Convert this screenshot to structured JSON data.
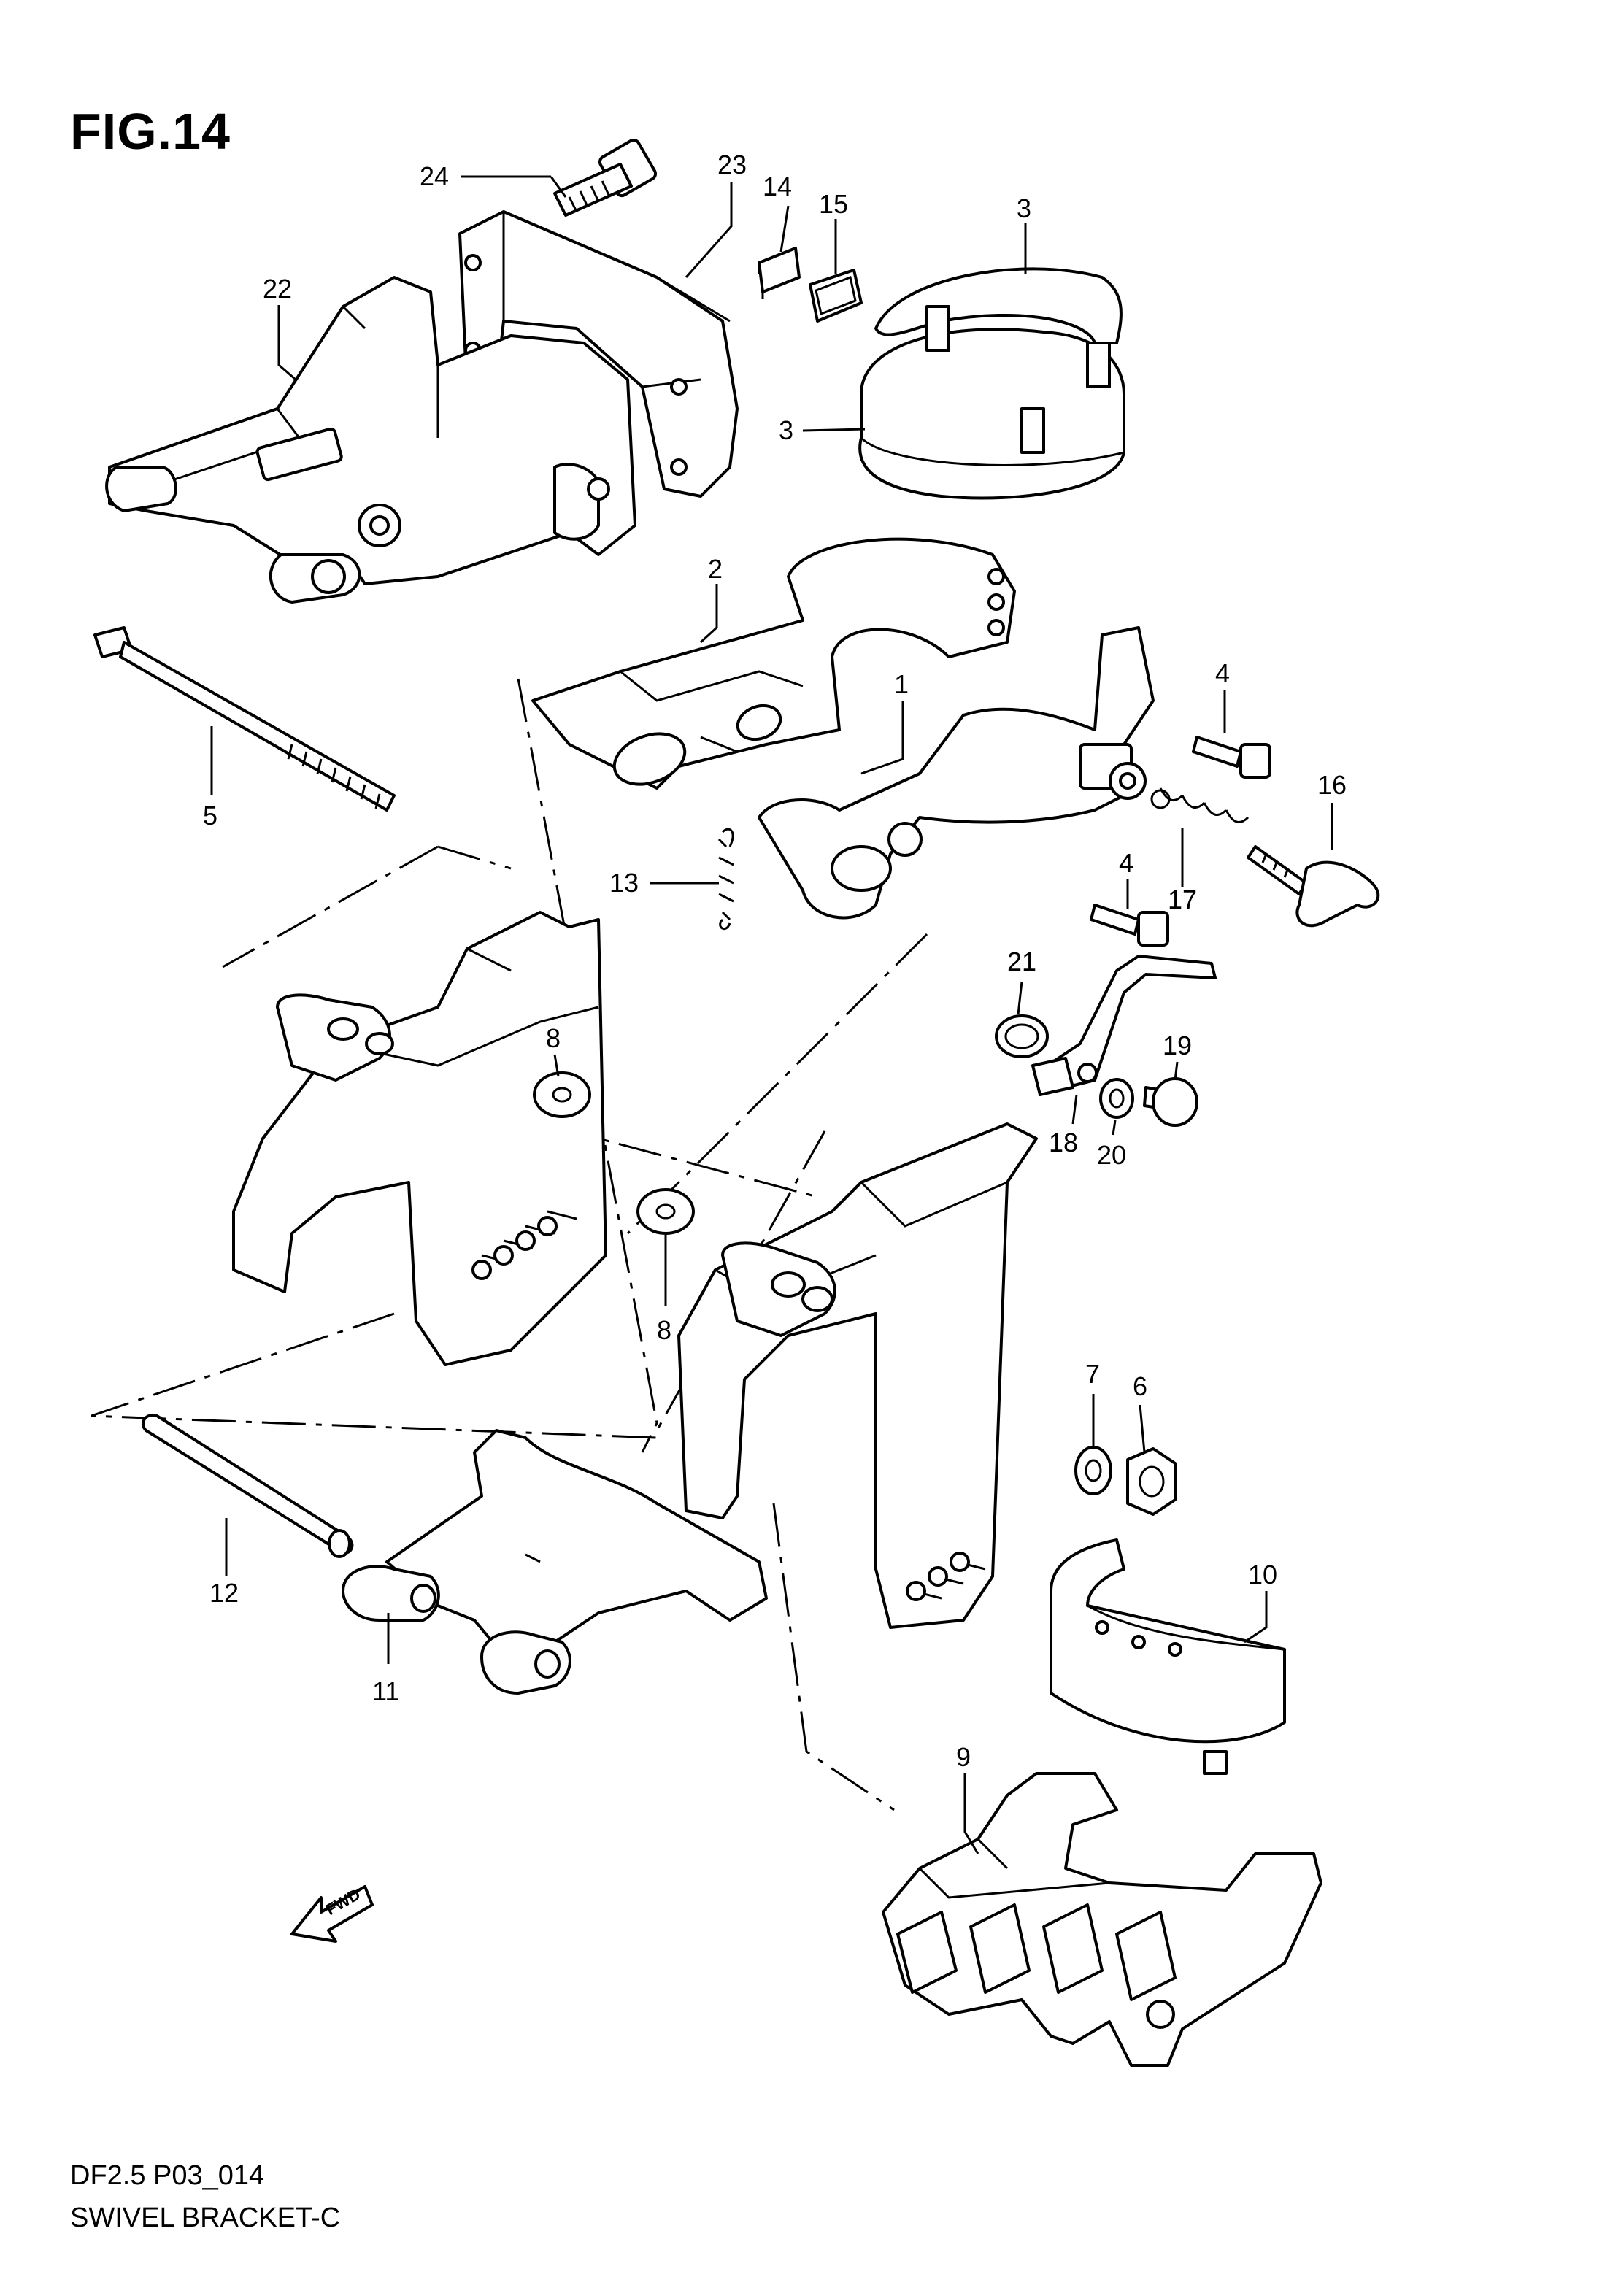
{
  "figure_title": "FIG.14",
  "footer": {
    "code": "DF2.5 P03_014",
    "name": "SWIVEL BRACKET-C"
  },
  "fwd_label": "FWD",
  "callouts": {
    "c24": "24",
    "c23": "23",
    "c14": "14",
    "c15": "15",
    "c3a": "3",
    "c3b": "3",
    "c22": "22",
    "c2": "2",
    "c1": "1",
    "c4a": "4",
    "c16": "16",
    "c5": "5",
    "c13": "13",
    "c4b": "4",
    "c17": "17",
    "c21": "21",
    "c8a": "8",
    "c19": "19",
    "c18": "18",
    "c20": "20",
    "c8b": "8",
    "c7": "7",
    "c6": "6",
    "c10": "10",
    "c12": "12",
    "c11": "11",
    "c9": "9"
  }
}
